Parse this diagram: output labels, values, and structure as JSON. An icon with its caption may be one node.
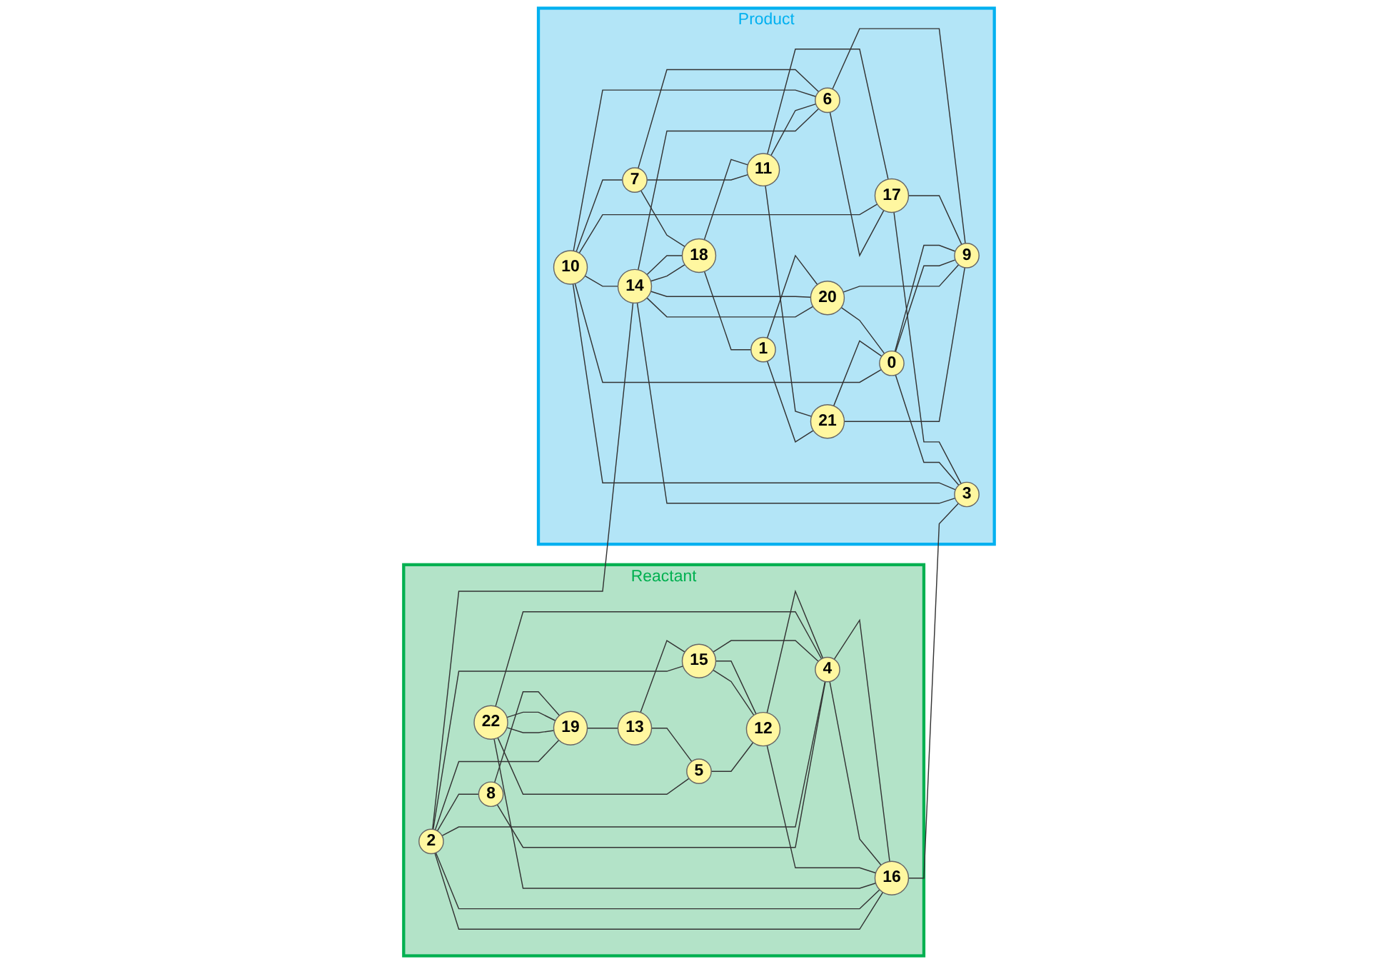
{
  "diagram": {
    "nodes": [
      {
        "text": [
          "Reactant"
        ]
      },
      {
        "text": [
          "Product"
        ]
      },
      {
        "text": [
          "2"
        ],
        "in": 0
      },
      {
        "text": [
          "14"
        ],
        "in": 1
      },
      {
        "text": [
          "22"
        ],
        "in": 0
      },
      {
        "text": [
          "10"
        ],
        "in": 1
      },
      {
        "text": [
          "8"
        ],
        "in": 0
      },
      {
        "text": [
          "19"
        ],
        "in": 0
      },
      {
        "text": [
          "7"
        ],
        "in": 1
      },
      {
        "text": [
          "18"
        ],
        "in": 1
      },
      {
        "text": [
          "1"
        ],
        "in": 1
      },
      {
        "text": [
          "20"
        ],
        "in": 1
      },
      {
        "text": [
          "13"
        ],
        "in": 0
      },
      {
        "text": [
          "5"
        ],
        "in": 0
      },
      {
        "text": [
          "11"
        ],
        "in": 1
      },
      {
        "text": [
          "21"
        ],
        "in": 1
      },
      {
        "text": [
          "15"
        ],
        "in": 0
      },
      {
        "text": [
          "12"
        ],
        "in": 0
      },
      {
        "text": [
          "0"
        ],
        "in": 1
      },
      {
        "text": [
          "4"
        ],
        "in": 0
      },
      {
        "text": [
          "17"
        ],
        "in": 1
      },
      {
        "text": [
          "9"
        ],
        "in": 1
      },
      {
        "text": [
          "16"
        ],
        "in": 0
      },
      {
        "text": [
          "3"
        ],
        "in": 1
      },
      {
        "text": [
          "6"
        ],
        "in": 1
      }
    ],
    "edges": [
      {
        "from": 2,
        "to": 22,
        "arrow": "none"
      },
      {
        "from": 2,
        "to": 22,
        "arrow": "none"
      },
      {
        "from": 2,
        "to": 16,
        "arrow": "none"
      },
      {
        "from": 2,
        "to": 6,
        "arrow": "none"
      },
      {
        "from": 6,
        "to": 19,
        "arrow": "none"
      },
      {
        "from": 2,
        "to": 7,
        "arrow": "none"
      },
      {
        "from": 2,
        "to": 19,
        "arrow": "none"
      },
      {
        "from": 4,
        "to": 22,
        "arrow": "none"
      },
      {
        "from": 16,
        "to": 19,
        "arrow": "none"
      },
      {
        "from": 4,
        "to": 19,
        "arrow": "none"
      },
      {
        "from": 4,
        "to": 7,
        "arrow": "none"
      },
      {
        "from": 4,
        "to": 7,
        "arrow": "none"
      },
      {
        "from": 6,
        "to": 7,
        "arrow": "none"
      },
      {
        "from": 7,
        "to": 12,
        "arrow": "none"
      },
      {
        "from": 4,
        "to": 13,
        "arrow": "none"
      },
      {
        "from": 12,
        "to": 13,
        "arrow": "none"
      },
      {
        "from": 12,
        "to": 16,
        "arrow": "none"
      },
      {
        "from": 13,
        "to": 17,
        "arrow": "none"
      },
      {
        "from": 16,
        "to": 17,
        "arrow": "none"
      },
      {
        "from": 16,
        "to": 17,
        "arrow": "none"
      },
      {
        "from": 17,
        "to": 19,
        "arrow": "none"
      },
      {
        "from": 17,
        "to": 22,
        "arrow": "none"
      },
      {
        "from": 19,
        "to": 22,
        "arrow": "none"
      },
      {
        "from": 19,
        "to": 22,
        "arrow": "none"
      },
      {
        "from": 22,
        "to": 23,
        "arrow": "none"
      },
      {
        "from": 2,
        "to": 3,
        "arrow": "none"
      },
      {
        "from": 3,
        "to": 24,
        "arrow": "none"
      },
      {
        "from": 14,
        "to": 24,
        "arrow": "none"
      },
      {
        "from": 3,
        "to": 23,
        "arrow": "none"
      },
      {
        "from": 3,
        "to": 11,
        "arrow": "none"
      },
      {
        "from": 3,
        "to": 11,
        "arrow": "none"
      },
      {
        "from": 5,
        "to": 3,
        "arrow": "none"
      },
      {
        "from": 3,
        "to": 9,
        "arrow": "none"
      },
      {
        "from": 3,
        "to": 9,
        "arrow": "none"
      },
      {
        "from": 5,
        "to": 18,
        "arrow": "none"
      },
      {
        "from": 5,
        "to": 23,
        "arrow": "none"
      },
      {
        "from": 5,
        "to": 24,
        "arrow": "none"
      },
      {
        "from": 24,
        "to": 20,
        "arrow": "none"
      },
      {
        "from": 21,
        "to": 24,
        "arrow": "none"
      },
      {
        "from": 5,
        "to": 20,
        "arrow": "none"
      },
      {
        "from": 5,
        "to": 8,
        "arrow": "none"
      },
      {
        "from": 8,
        "to": 9,
        "arrow": "none"
      },
      {
        "from": 9,
        "to": 10,
        "arrow": "none"
      },
      {
        "from": 10,
        "to": 11,
        "arrow": "none"
      },
      {
        "from": 8,
        "to": 14,
        "arrow": "none"
      },
      {
        "from": 8,
        "to": 24,
        "arrow": "none"
      },
      {
        "from": 9,
        "to": 14,
        "arrow": "none"
      },
      {
        "from": 10,
        "to": 15,
        "arrow": "none"
      },
      {
        "from": 14,
        "to": 15,
        "arrow": "none"
      },
      {
        "from": 14,
        "to": 20,
        "arrow": "none"
      },
      {
        "from": 15,
        "to": 18,
        "arrow": "none"
      },
      {
        "from": 15,
        "to": 21,
        "arrow": "none"
      },
      {
        "from": 11,
        "to": 18,
        "arrow": "none"
      },
      {
        "from": 11,
        "to": 21,
        "arrow": "none"
      },
      {
        "from": 18,
        "to": 21,
        "arrow": "none"
      },
      {
        "from": 18,
        "to": 21,
        "arrow": "none"
      },
      {
        "from": 18,
        "to": 23,
        "arrow": "none"
      },
      {
        "from": 20,
        "to": 21,
        "arrow": "none"
      },
      {
        "from": 20,
        "to": 23,
        "arrow": "none"
      }
    ]
  }
}
